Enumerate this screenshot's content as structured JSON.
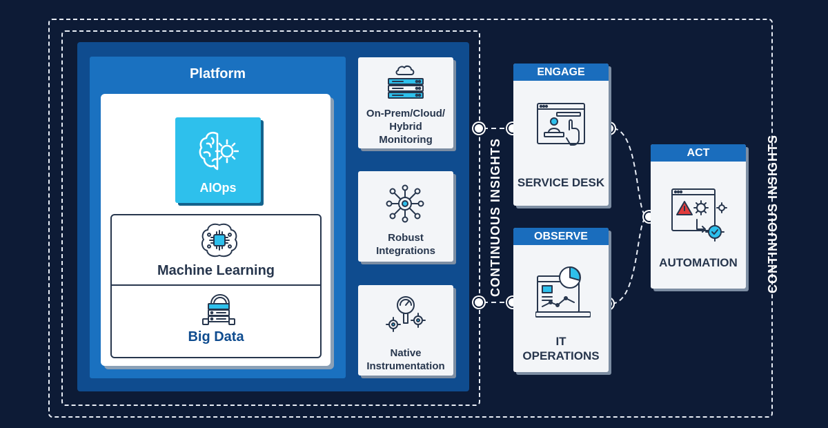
{
  "loop_label_left": "CONTINUOUS INSIGHTS",
  "loop_label_right": "CONTINUOUS INSIGHTS",
  "platform": {
    "title": "Platform",
    "aiops": "AIOps",
    "layers": [
      "Machine Learning",
      "Big Data"
    ]
  },
  "capabilities": [
    {
      "lines": [
        "On-Prem/Cloud/",
        "Hybrid",
        "Monitoring"
      ],
      "icon": "cloud-server-icon"
    },
    {
      "lines": [
        "Robust",
        "Integrations"
      ],
      "icon": "integration-hub-icon"
    },
    {
      "lines": [
        "Native",
        "Instrumentation"
      ],
      "icon": "gauge-gears-icon"
    }
  ],
  "functions": {
    "engage": {
      "header": "ENGAGE",
      "lines": [
        "SERVICE DESK"
      ],
      "icon": "service-desk-icon"
    },
    "observe": {
      "header": "OBSERVE",
      "lines": [
        "IT",
        "OPERATIONS"
      ],
      "icon": "monitor-chart-icon"
    },
    "act": {
      "header": "ACT",
      "lines": [
        "AUTOMATION"
      ],
      "icon": "automation-gears-icon"
    }
  },
  "colors": {
    "background": "#0d1b36",
    "platform_outer": "#0f4c8f",
    "platform_inner": "#1a71c0",
    "aiops": "#2ec0ec",
    "header_blue": "#1a6dbd",
    "text_dark": "#27364d"
  }
}
